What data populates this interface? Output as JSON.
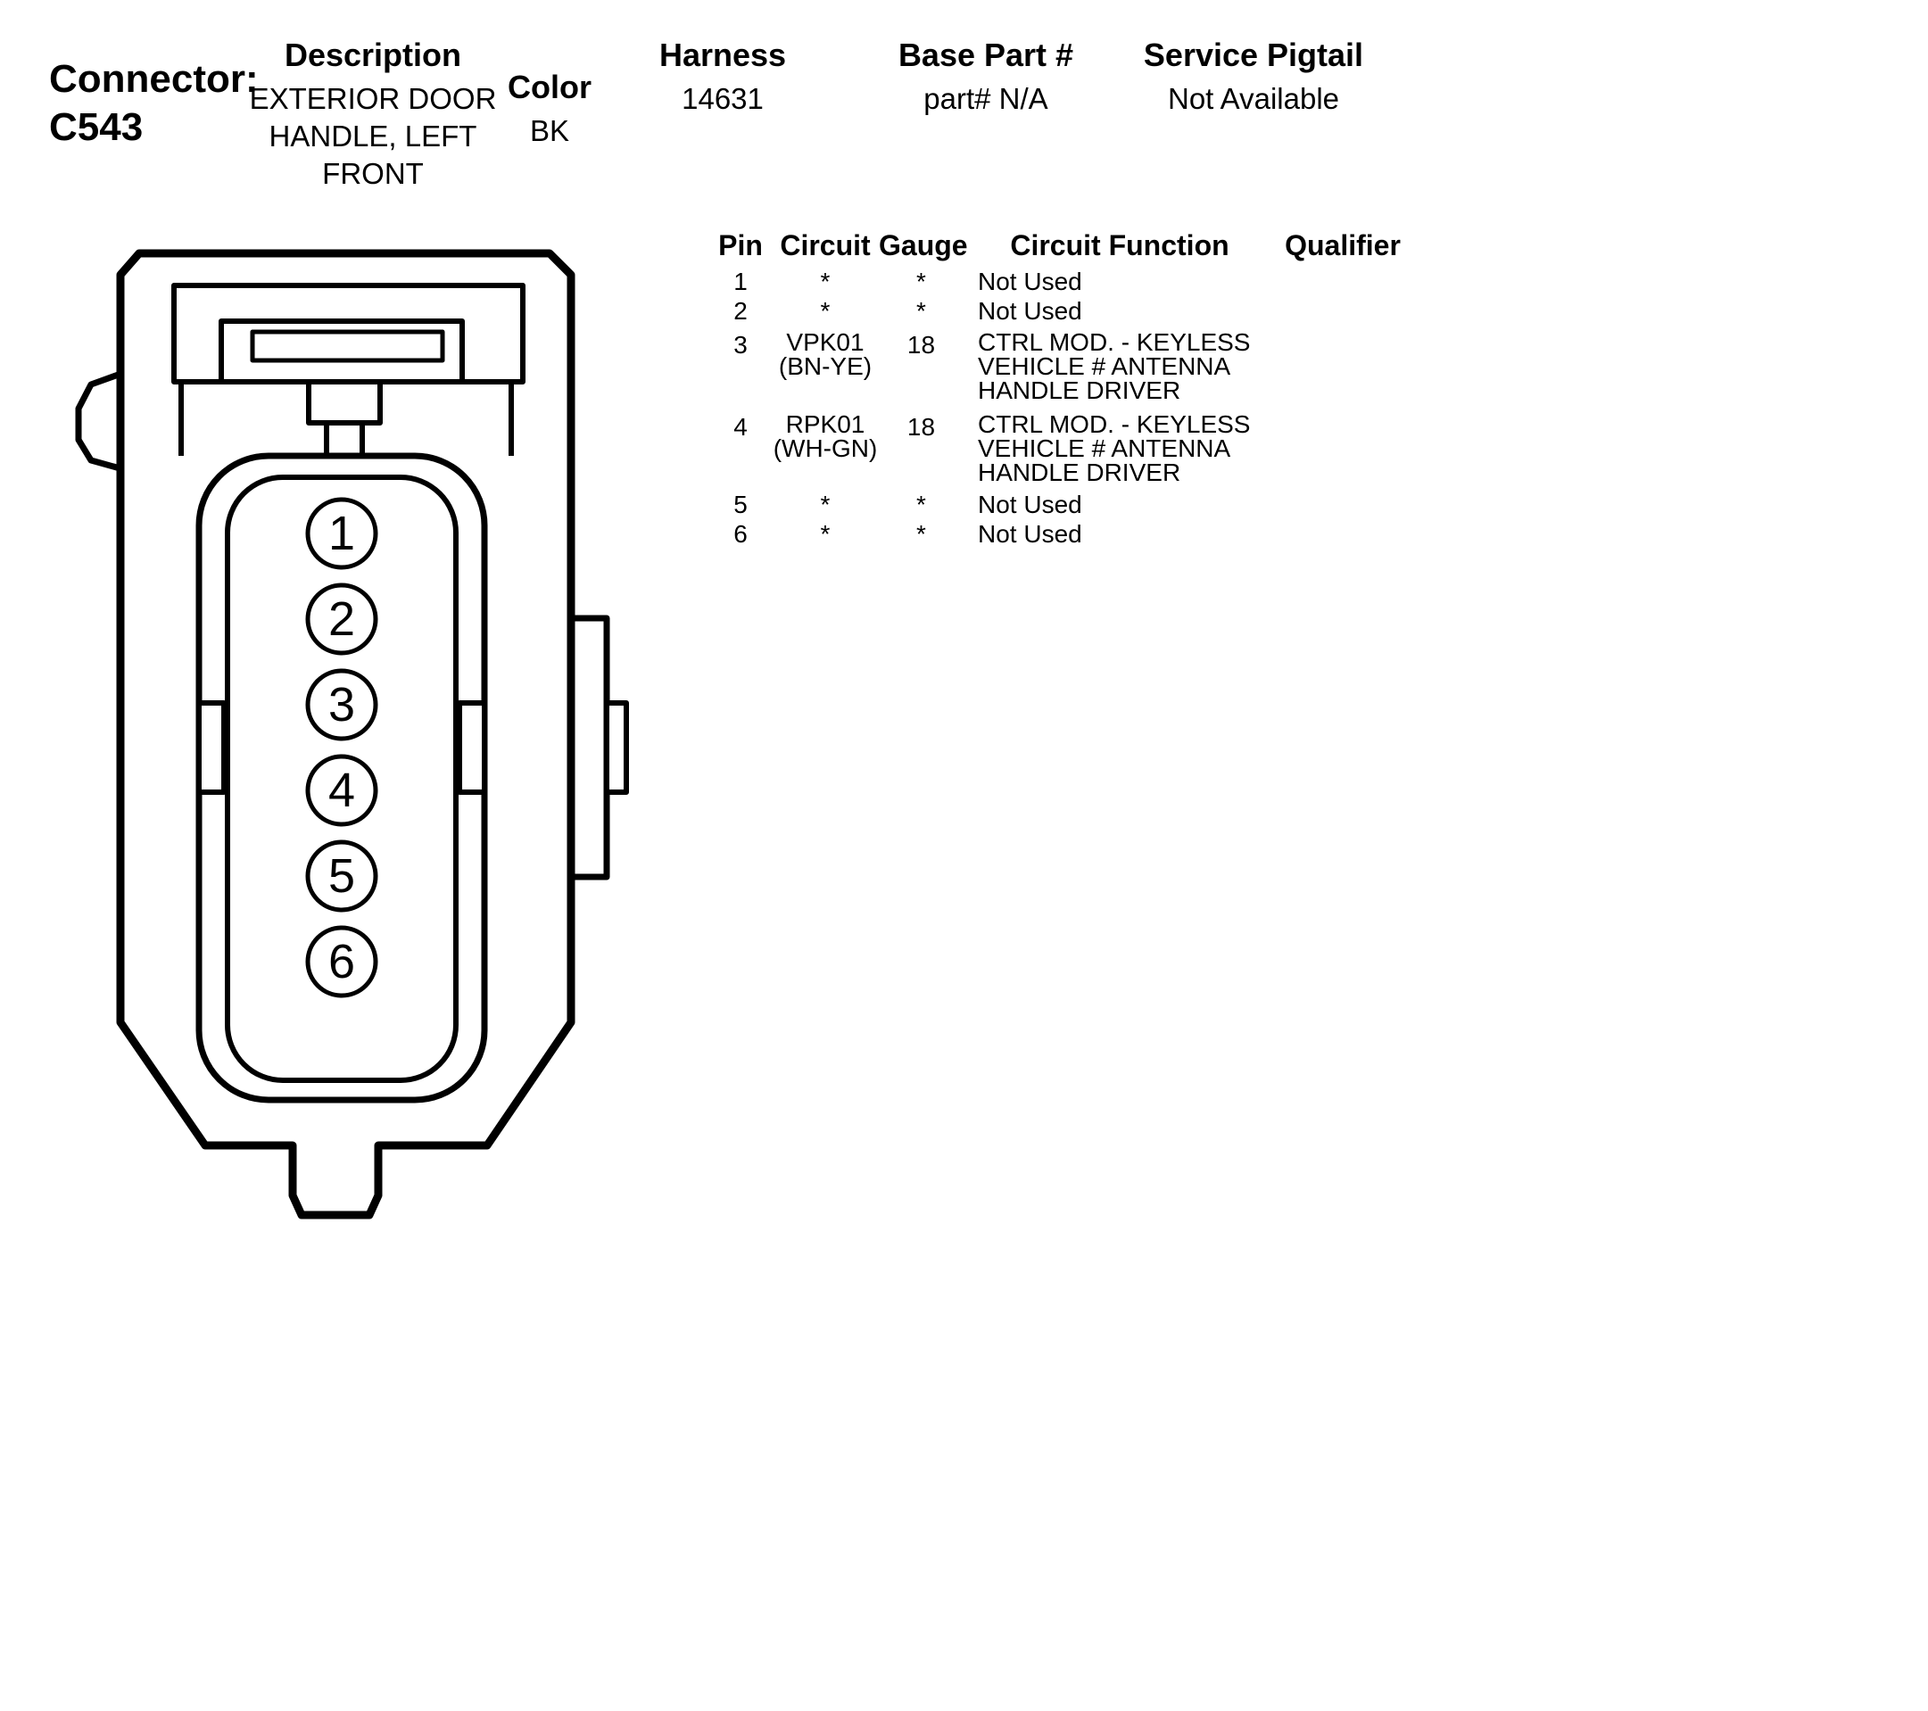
{
  "header": {
    "connector_label": "Connector:",
    "connector_id": "C543",
    "description_label": "Description",
    "description_value": "EXTERIOR DOOR\nHANDLE, LEFT\nFRONT",
    "color_label": "Color",
    "color_value": "BK",
    "harness_label": "Harness",
    "harness_value": "14631",
    "base_part_label": "Base Part #",
    "base_part_value": "part# N/A",
    "service_pigtail_label": "Service Pigtail",
    "service_pigtail_value": "Not Available"
  },
  "pin_table": {
    "headers": {
      "pin": "Pin",
      "circuit": "Circuit",
      "gauge": "Gauge",
      "function": "Circuit Function",
      "qualifier": "Qualifier"
    },
    "rows": [
      {
        "pin": "1",
        "circuit": "*",
        "gauge": "*",
        "function": "Not Used",
        "qualifier": ""
      },
      {
        "pin": "2",
        "circuit": "*",
        "gauge": "*",
        "function": "Not Used",
        "qualifier": ""
      },
      {
        "pin": "3",
        "circuit": "VPK01\n(BN-YE)",
        "gauge": "18",
        "function": "CTRL MOD. - KEYLESS\nVEHICLE # ANTENNA\nHANDLE DRIVER",
        "qualifier": ""
      },
      {
        "pin": "4",
        "circuit": "RPK01\n(WH-GN)",
        "gauge": "18",
        "function": "CTRL MOD. - KEYLESS\nVEHICLE # ANTENNA\nHANDLE DRIVER",
        "qualifier": ""
      },
      {
        "pin": "5",
        "circuit": "*",
        "gauge": "*",
        "function": "Not Used",
        "qualifier": ""
      },
      {
        "pin": "6",
        "circuit": "*",
        "gauge": "*",
        "function": "Not Used",
        "qualifier": ""
      }
    ]
  },
  "diagram": {
    "line_color": "#000000",
    "pin_labels": [
      "1",
      "2",
      "3",
      "4",
      "5",
      "6"
    ]
  }
}
